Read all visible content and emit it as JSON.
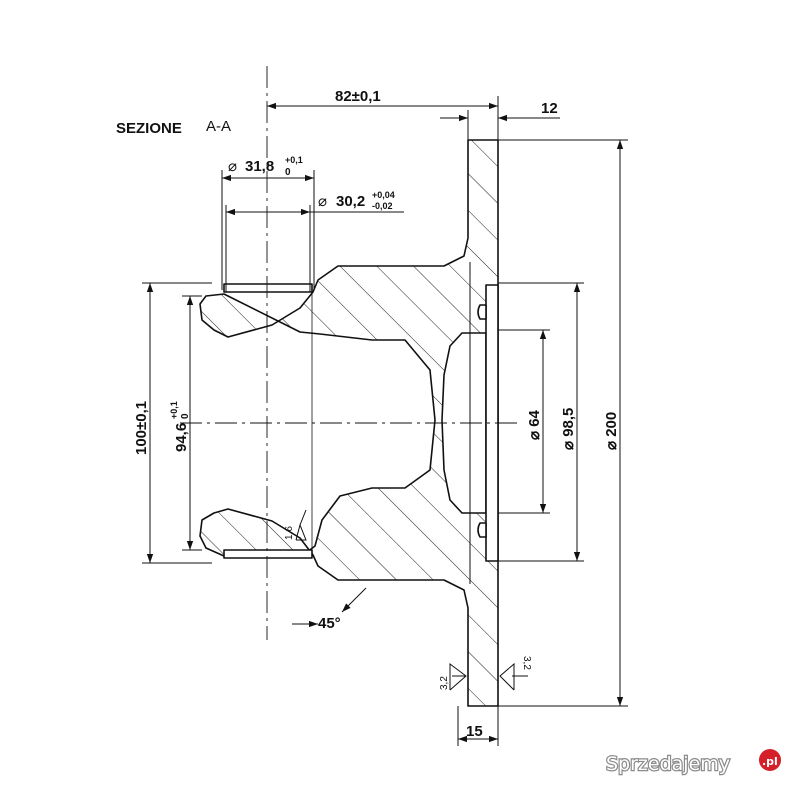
{
  "section_label": {
    "prefix": "SEZIONE",
    "name": "A-A"
  },
  "dimensions": {
    "length": "82±0,1",
    "flange_thickness": "12",
    "bore_outer": {
      "symbol": "⌀",
      "value": "31,8",
      "upper": "+0,1",
      "lower": "0"
    },
    "bore_inner": {
      "symbol": "⌀",
      "value": "30,2",
      "upper": "+0,04",
      "lower": "-0,02"
    },
    "lug_height": "100±0,1",
    "lug_inner": {
      "value": "94,6",
      "upper": "+0,1",
      "lower": "0"
    },
    "pilot": "⌀ 64",
    "bolt_circle": "⌀ 98,5",
    "flange": "⌀ 200",
    "chamfer": "45°",
    "base": "15"
  },
  "roughness": [
    "1,6",
    "3,2",
    "3,2"
  ],
  "watermark": {
    "prefix": "Sprzedajemy",
    "suffix": ".pl"
  },
  "colors": {
    "line": "#111111",
    "watermark_badge": "#d5202a"
  }
}
